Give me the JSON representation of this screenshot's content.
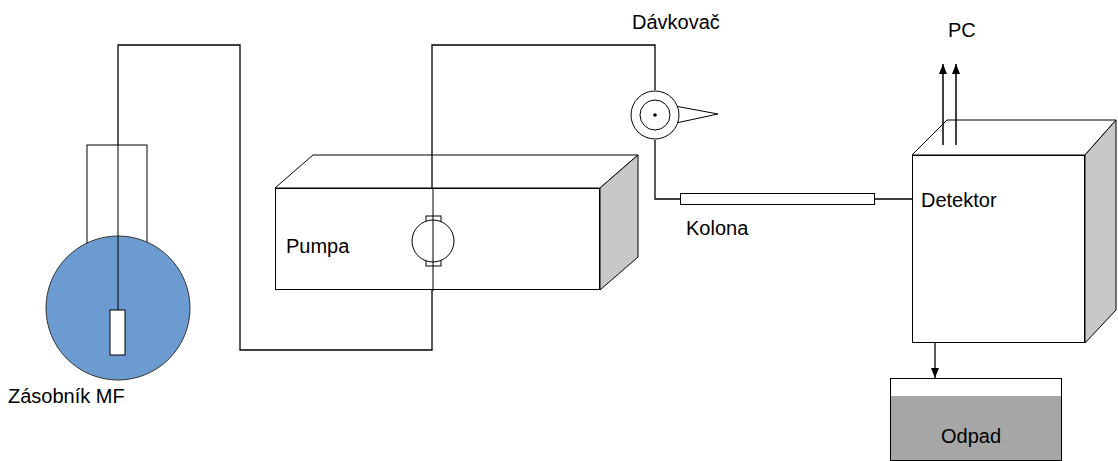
{
  "diagram": {
    "nodes": [
      {
        "text": [
          "Zásobník MF"
        ]
      },
      {
        "text": [
          "Pumpa"
        ]
      },
      {
        "text": [
          "Dávkovač"
        ]
      },
      {
        "text": [
          "Kolona"
        ]
      },
      {
        "text": [
          "Detektor"
        ]
      },
      {
        "text": [
          "Odpad"
        ]
      }
    ],
    "edges": [
      {
        "from": 0,
        "to": 1,
        "arrow": "none"
      },
      {
        "from": 1,
        "to": 2,
        "arrow": "none"
      },
      {
        "from": 2,
        "to": 3,
        "arrow": "none"
      },
      {
        "from": 3,
        "to": 4,
        "arrow": "none"
      },
      {
        "from": 4,
        "to": 5,
        "arrow": "to"
      }
    ],
    "labels": [
      "PC"
    ]
  }
}
